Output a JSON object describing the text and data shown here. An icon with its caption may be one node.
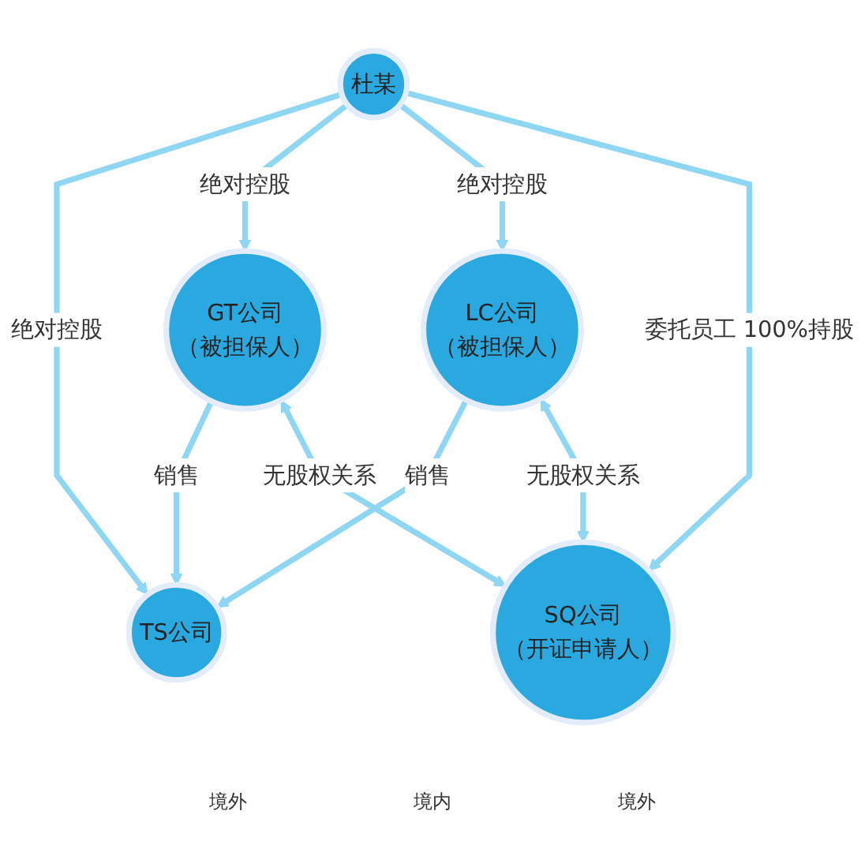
{
  "diagram": {
    "nodes": [
      {
        "text": [
          "TS公司"
        ]
      },
      {
        "text": [
          "GT公司",
          "（被担保人）"
        ]
      },
      {
        "text": [
          "杜某"
        ]
      },
      {
        "text": [
          "LC公司",
          "（被担保人）"
        ]
      },
      {
        "text": [
          "SQ公司",
          "（开证申请人）"
        ]
      }
    ],
    "edges": [
      {
        "from": 2,
        "to": 0,
        "arrow": "to",
        "label": "绝对控股"
      },
      {
        "from": 2,
        "to": 1,
        "arrow": "to",
        "label": "绝对控股"
      },
      {
        "from": 2,
        "to": 3,
        "arrow": "to",
        "label": "绝对控股"
      },
      {
        "from": 2,
        "to": 4,
        "arrow": "to",
        "label": "委托员工 100%持股"
      },
      {
        "from": 1,
        "to": 0,
        "arrow": "to",
        "label": "销售"
      },
      {
        "from": 3,
        "to": 0,
        "arrow": "to",
        "label": "销售"
      },
      {
        "from": 1,
        "to": 4,
        "arrow": "both",
        "label": "无股权关系"
      },
      {
        "from": 3,
        "to": 4,
        "arrow": "both",
        "label": "无股权关系"
      }
    ],
    "labels": [
      "境外",
      "境内",
      "境外"
    ]
  }
}
